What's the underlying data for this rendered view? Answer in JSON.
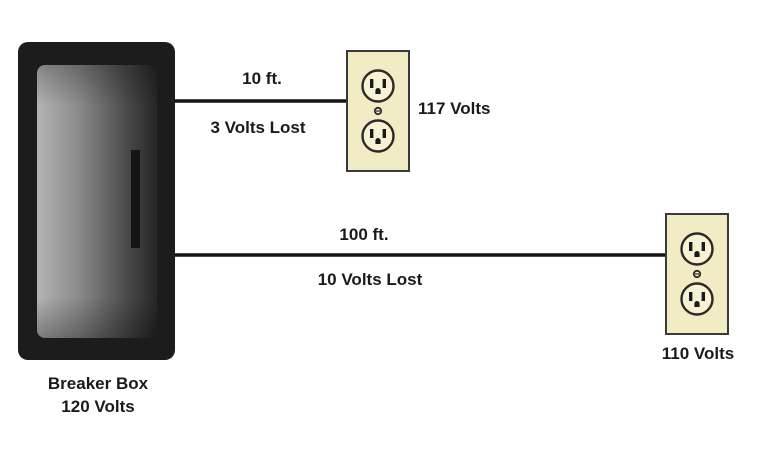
{
  "breaker_box": {
    "name": "Breaker Box",
    "voltage": "120 Volts"
  },
  "runs": [
    {
      "distance": "10 ft.",
      "loss": "3 Volts Lost",
      "outlet_voltage": "117 Volts"
    },
    {
      "distance": "100 ft.",
      "loss": "10 Volts Lost",
      "outlet_voltage": "110 Volts"
    }
  ],
  "colors": {
    "box_outer": "#1c1c1c",
    "box_inner_light": "#a8a8a8",
    "box_inner_dark": "#2a2a2a",
    "wire": "#151515",
    "outlet_plate": "#f2ecc4",
    "outlet_border": "#3a3a3a"
  },
  "icons": {
    "breaker_box": "breaker-box-icon",
    "outlet": "duplex-outlet-icon"
  }
}
